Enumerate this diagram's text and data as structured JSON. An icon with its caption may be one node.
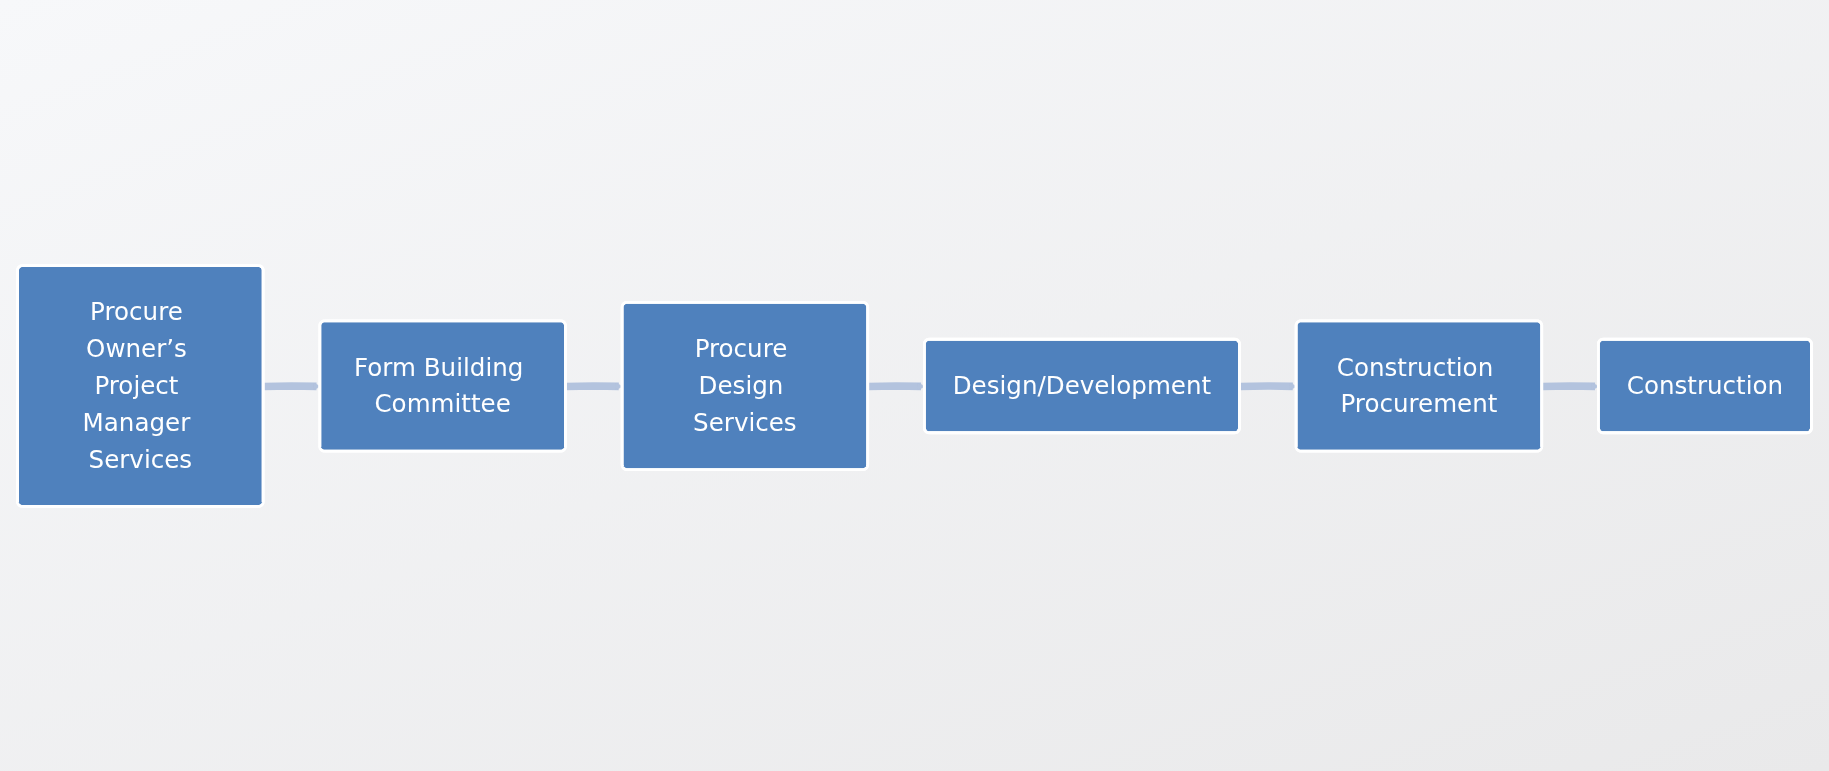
{
  "diagram": {
    "nodes": [
      {
        "text": [
          "Procure Owner’s Project Manager Services"
        ]
      },
      {
        "text": [
          "Form Building Committee"
        ]
      },
      {
        "text": [
          "Procure Design Services"
        ]
      },
      {
        "text": [
          "Design/Development"
        ]
      },
      {
        "text": [
          "Construction Procurement"
        ]
      },
      {
        "text": [
          "Construction"
        ]
      }
    ],
    "edges": [
      {
        "from": 0,
        "to": 1,
        "arrow": "to"
      },
      {
        "from": 1,
        "to": 2,
        "arrow": "to"
      },
      {
        "from": 2,
        "to": 3,
        "arrow": "to"
      },
      {
        "from": 3,
        "to": 4,
        "arrow": "to"
      },
      {
        "from": 4,
        "to": 5,
        "arrow": "to"
      }
    ]
  }
}
